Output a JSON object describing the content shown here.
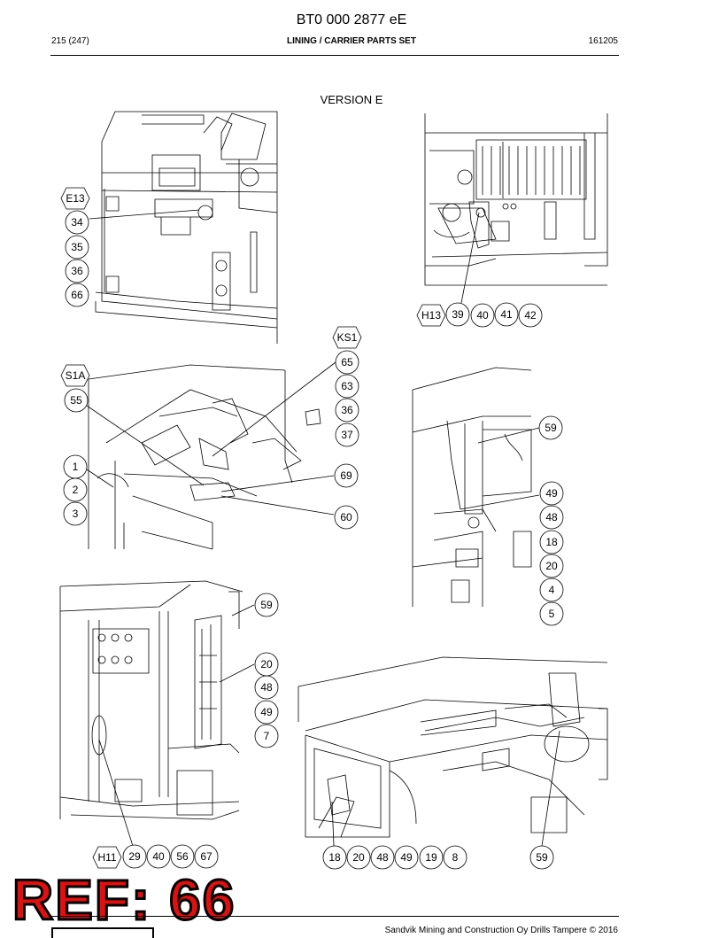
{
  "header": {
    "doc_number": "BT0 000 2877 eE",
    "page": "215 (247)",
    "title": "LINING / CARRIER PARTS SET",
    "code": "161205"
  },
  "version": "VERSION E",
  "callouts": {
    "c1": [
      "E13",
      "34",
      "35",
      "36",
      "66"
    ],
    "c2": [
      "H13",
      "39",
      "40",
      "41",
      "42"
    ],
    "c3": [
      "KS1",
      "65",
      "63",
      "36",
      "37",
      "69",
      "60"
    ],
    "c4": [
      "S1A",
      "55",
      "1",
      "2",
      "3"
    ],
    "c5": [
      "59",
      "49",
      "48",
      "18",
      "20",
      "4",
      "5"
    ],
    "c6": [
      "59",
      "20",
      "48",
      "49",
      "7"
    ],
    "c7": [
      "H11",
      "29",
      "40",
      "56",
      "67"
    ],
    "c8": [
      "18",
      "20",
      "48",
      "49",
      "19",
      "8",
      "59"
    ]
  },
  "stamp": "REF: 66",
  "footer": "Sandvik Mining and Construction Oy Drills Tampere © 2016"
}
